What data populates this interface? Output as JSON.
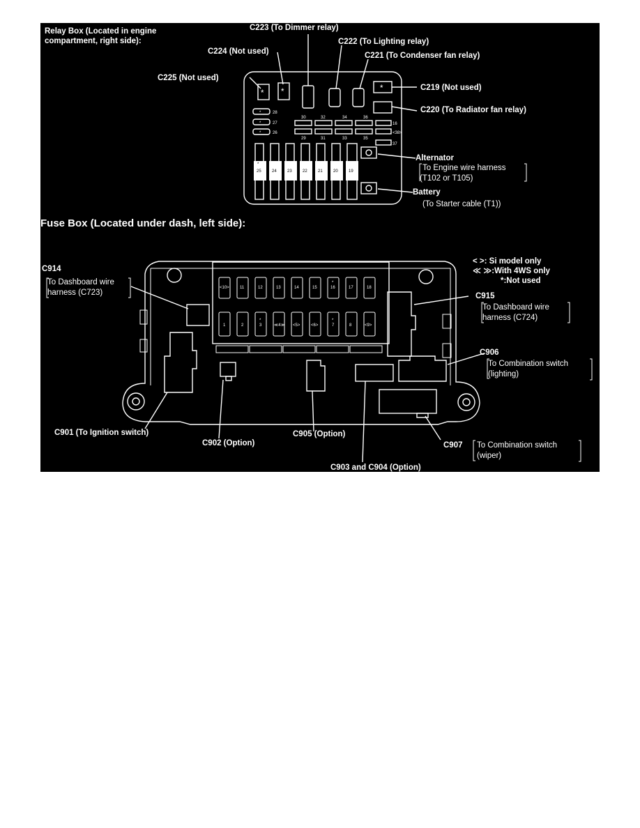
{
  "relay_box": {
    "title_line1": "Relay Box (Located in engine",
    "title_line2": "compartment, right side):",
    "c223": {
      "code": "C223",
      "desc": "(To Dimmer relay)"
    },
    "c222": {
      "code": "C222",
      "desc": "(To Lighting relay)"
    },
    "c224": {
      "code": "C224",
      "desc": "(Not used)"
    },
    "c221": {
      "code": "C221",
      "desc": "(To Condenser fan relay)"
    },
    "c225": {
      "code": "C225",
      "desc": "(Not used)"
    },
    "c219": {
      "code": "C219",
      "desc": "(Not used)"
    },
    "c220": {
      "code": "C220",
      "desc": "(To Radiator fan relay)"
    },
    "alternator": {
      "label": "Alternator",
      "line1": "To Engine wire harness",
      "line2": "(T102 or T105)"
    },
    "battery": {
      "label": "Battery",
      "line1": "(To Starter cable (T1))"
    },
    "small_fuses": {
      "left": [
        "28",
        "27",
        "26"
      ],
      "top": [
        "30",
        "32",
        "34",
        "36"
      ],
      "bottom": [
        "29",
        "31",
        "33",
        "35"
      ],
      "right": [
        "<38>",
        "37"
      ]
    },
    "main_fuses": [
      "25",
      "24",
      "23",
      "22",
      "21",
      "20",
      "19"
    ],
    "asterisk": "*"
  },
  "fuse_box": {
    "title": "Fuse Box (Located under dash, left side):",
    "legend": [
      "<   >: Si model only",
      "≪   ≫:With 4WS only",
      "*:Not used"
    ],
    "top_row": [
      "<10>",
      "11",
      "12",
      "13",
      "14",
      "15",
      "16",
      "17",
      "18"
    ],
    "bottom_row": [
      "1",
      "2",
      "3",
      "≪4≫",
      "<5>",
      "<6>",
      "7",
      "8",
      "<9>"
    ],
    "c914": {
      "code": "C914",
      "line1": "To Dashboard wire",
      "line2": "harness (C723)"
    },
    "c915": {
      "code": "C915",
      "line1": "To Dashboard wire",
      "line2": "harness (C724)"
    },
    "c906": {
      "code": "C906",
      "line1": "To Combination switch",
      "line2": "(lighting)"
    },
    "c901": {
      "label": "C901 (To Ignition switch)"
    },
    "c902": {
      "label": "C902 (Option)"
    },
    "c905": {
      "label": "C905 (Option)"
    },
    "c907": {
      "code": "C907",
      "line1": "To Combination switch",
      "line2": "(wiper)"
    },
    "c903_c904": {
      "label": "C903 and C904 (Option)"
    }
  }
}
